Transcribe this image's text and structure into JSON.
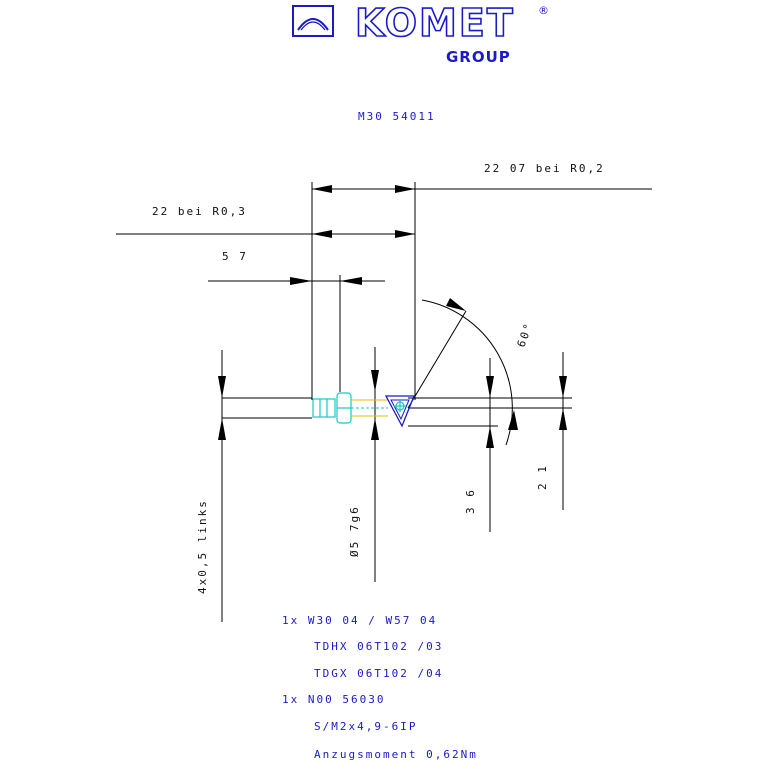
{
  "logo": {
    "brand": "KOMET",
    "registered": "®",
    "group": "GROUP"
  },
  "drawing": {
    "part_number": "M30 54011",
    "dim_22_07": "22 07 bei R0,2",
    "dim_22": "22 bei R0,3",
    "dim_5_7": "5 7",
    "angle": "60°",
    "dim_4x0_5": "4x0,5 links",
    "dim_dia": "Ø5 7g6",
    "dim_3_6": "3 6",
    "dim_2_1": "2 1"
  },
  "parts_list": {
    "line1": "1x W30 04 / W57 04",
    "line2": "TDHX 06T102 /03",
    "line3": "TDGX 06T102 /04",
    "line4": "1x N00 56030",
    "line5": "S/M2x4,9-6IP",
    "line6": "Anzugsmoment 0,62Nm"
  },
  "colors": {
    "text_blue": "#1a1ac8",
    "accent_cyan": "#18c8c8",
    "line_black": "#000000"
  }
}
